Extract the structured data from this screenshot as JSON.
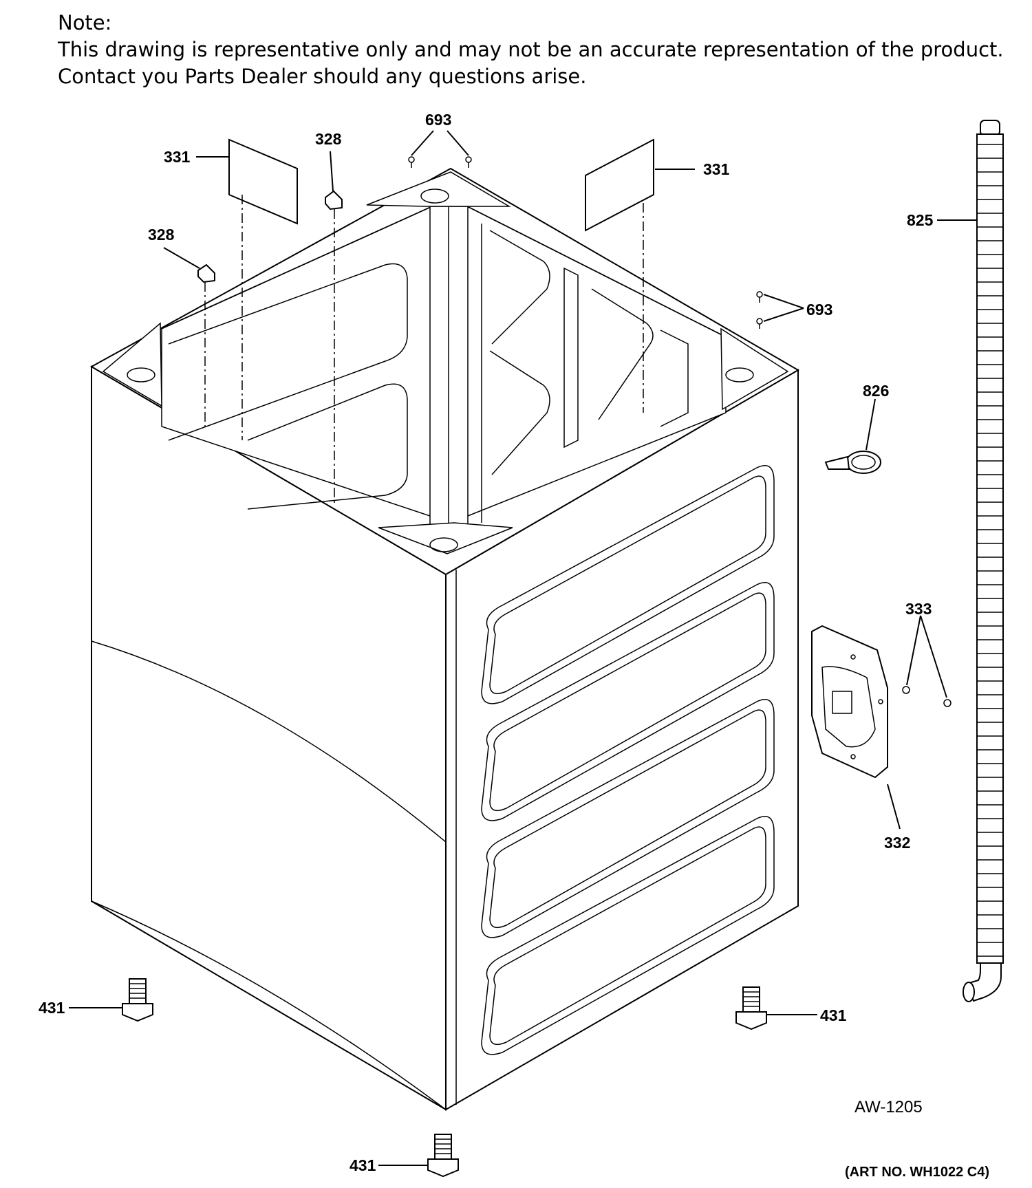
{
  "note": {
    "heading": "Note:",
    "line1": "This drawing is representative only and may not be an accurate representation of the product.",
    "line2": "Contact you Parts Dealer should any questions arise."
  },
  "callouts": {
    "p693_top": "693",
    "p328_top": "328",
    "p331_left": "331",
    "p331_right": "331",
    "p328_left": "328",
    "p825": "825",
    "p693_right": "693",
    "p826": "826",
    "p333": "333",
    "p332": "332",
    "p431_left": "431",
    "p431_right": "431",
    "p431_bottom": "431"
  },
  "art_code": "AW-1205",
  "art_number": "(ART NO. WH1022 C4)"
}
